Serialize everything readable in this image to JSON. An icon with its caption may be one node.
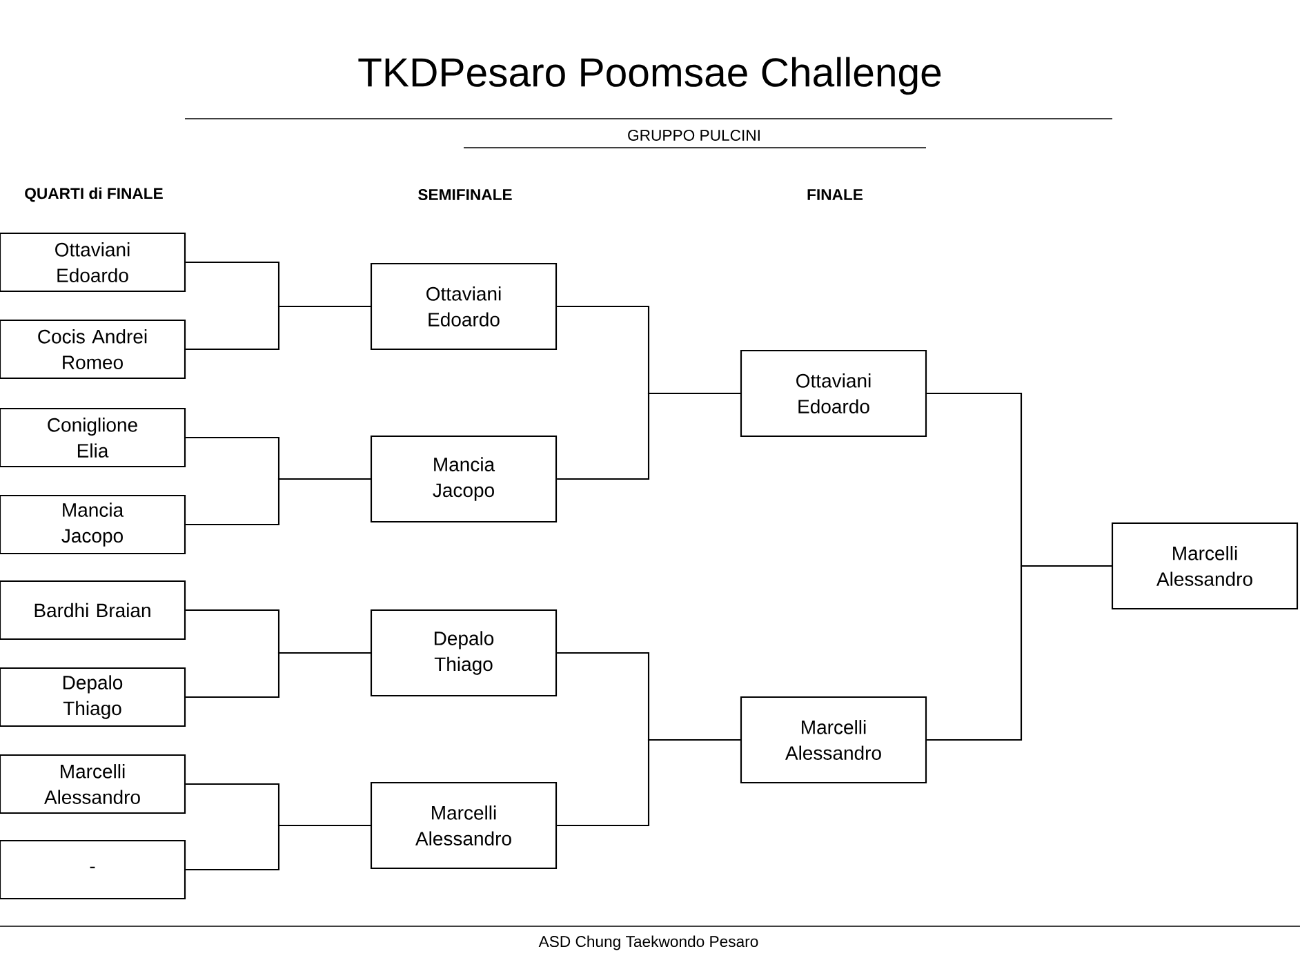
{
  "diagram": {
    "title": "TKDPesaro Poomsae Challenge",
    "nodes": [
      {
        "text": [
          "Ottaviani Edoardo"
        ]
      },
      {
        "text": [
          "Cocis Andrei Romeo"
        ]
      },
      {
        "text": [
          "Coniglione Elia"
        ]
      },
      {
        "text": [
          "Mancia Jacopo"
        ]
      },
      {
        "text": [
          "Bardhi Braian"
        ]
      },
      {
        "text": [
          "Depalo Thiago"
        ]
      },
      {
        "text": [
          "Marcelli Alessandro"
        ]
      },
      {
        "text": [
          "-"
        ]
      },
      {
        "text": [
          "Ottaviani Edoardo"
        ]
      },
      {
        "text": [
          "Mancia Jacopo"
        ]
      },
      {
        "text": [
          "Depalo Thiago"
        ]
      },
      {
        "text": [
          "Marcelli Alessandro"
        ]
      },
      {
        "text": [
          "Ottaviani Edoardo"
        ]
      },
      {
        "text": [
          "Marcelli Alessandro"
        ]
      },
      {
        "text": [
          "Marcelli Alessandro"
        ]
      }
    ],
    "edges": [
      {
        "from": 0,
        "to": 8,
        "arrow": "none"
      },
      {
        "from": 1,
        "to": 8,
        "arrow": "none"
      },
      {
        "from": 2,
        "to": 9,
        "arrow": "none"
      },
      {
        "from": 3,
        "to": 9,
        "arrow": "none"
      },
      {
        "from": 4,
        "to": 10,
        "arrow": "none"
      },
      {
        "from": 5,
        "to": 10,
        "arrow": "none"
      },
      {
        "from": 6,
        "to": 11,
        "arrow": "none"
      },
      {
        "from": 7,
        "to": 11,
        "arrow": "none"
      },
      {
        "from": 8,
        "to": 12,
        "arrow": "none"
      },
      {
        "from": 9,
        "to": 12,
        "arrow": "none"
      },
      {
        "from": 10,
        "to": 13,
        "arrow": "none"
      },
      {
        "from": 11,
        "to": 13,
        "arrow": "none"
      },
      {
        "from": 12,
        "to": 14,
        "arrow": "none"
      },
      {
        "from": 13,
        "to": 14,
        "arrow": "none"
      }
    ],
    "labels": [
      "GRUPPO PULCINI",
      "QUARTI di FINALE",
      "SEMIFINALE",
      "FINALE",
      "ASD Chung Taekwondo Pesaro"
    ]
  }
}
